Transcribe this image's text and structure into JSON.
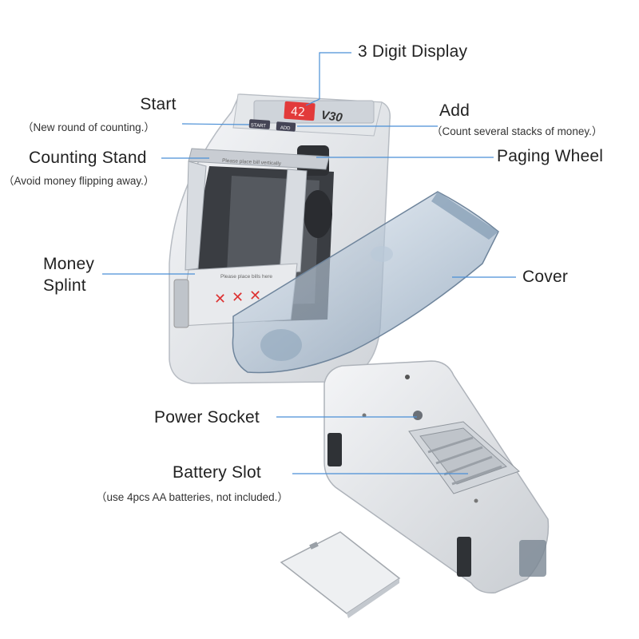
{
  "labels": {
    "display": {
      "title": "3 Digit Display"
    },
    "start": {
      "title": "Start",
      "note": "（New round of counting.）"
    },
    "add": {
      "title": "Add",
      "note": "（Count several stacks of money.）"
    },
    "counting_stand": {
      "title": "Counting Stand",
      "note": "（Avoid money flipping away.）"
    },
    "paging_wheel": {
      "title": "Paging Wheel"
    },
    "money_splint": {
      "title_line1": "Money",
      "title_line2": "Splint"
    },
    "cover": {
      "title": "Cover"
    },
    "power_socket": {
      "title": "Power Socket"
    },
    "battery_slot": {
      "title": "Battery Slot",
      "note": "（use 4pcs AA batteries, not included.）"
    }
  },
  "device": {
    "display_digits": "42",
    "model": "V30",
    "button_start": "START",
    "button_add": "ADD",
    "stand_text": "Please place bill vertically",
    "splint_text": "Please place bills here",
    "splint_marks": [
      "✕",
      "✕",
      "✕"
    ]
  },
  "colors": {
    "leader_line": "#4a8fd6",
    "body": "#e9ebee",
    "display_red": "#e23a3a",
    "cover_tint": "#9fb3c8"
  }
}
